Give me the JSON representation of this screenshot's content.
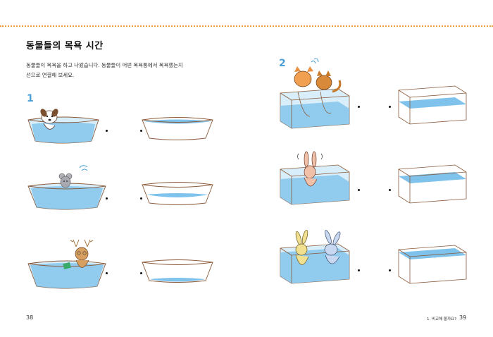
{
  "page": {
    "title": "동물들의 목욕 시간",
    "instruction_line1": "동물들이 목욕을 하고 나왔습니다. 동물들이 어떤 목욕통에서 목욕했는지",
    "instruction_line2": "선으로 연결해 보세요.",
    "section1_number": "1",
    "section2_number": "2",
    "left_page_number": "38",
    "right_page_number": "39",
    "running_header": "1. 비교해 볼까요?"
  },
  "colors": {
    "accent_orange": "#f0a040",
    "section_blue": "#4a9fd6",
    "water_blue": "#7fc3ec",
    "container_tint": "#d8eefa"
  },
  "section1_items": [
    {
      "animal": "dog",
      "target_water_level": "high"
    },
    {
      "animal": "mouse",
      "target_water_level": "middle"
    },
    {
      "animal": "deer",
      "target_water_level": "low"
    }
  ],
  "section2_items": [
    {
      "animal": "cats",
      "target_water_level": "low"
    },
    {
      "animal": "rabbit",
      "target_water_level": "middle"
    },
    {
      "animal": "rabbits",
      "target_water_level": "high"
    }
  ]
}
